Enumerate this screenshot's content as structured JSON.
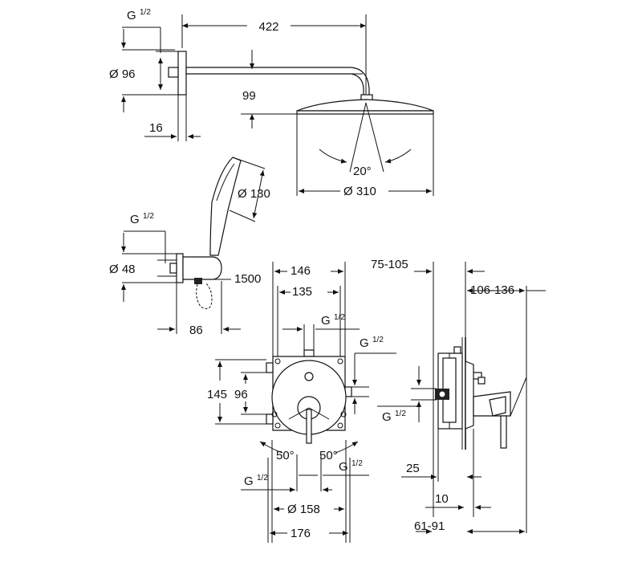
{
  "dimensions": {
    "head_thread": "G",
    "head_thread_frac": "1/2",
    "arm_length": "422",
    "flange_diameter": "Ø 96",
    "arm_drop": "99",
    "flange_depth": "16",
    "spray_angle": "20°",
    "head_diameter": "Ø 310",
    "hand_shower_diameter": "Ø 130",
    "outlet_thread": "G",
    "outlet_thread_frac": "1/2",
    "outlet_diameter": "Ø 48",
    "hose_length": "1500",
    "outlet_projection": "86",
    "box_width": "146",
    "box_inner_width": "135",
    "box_top_thread": "G",
    "box_top_thread_frac": "1/2",
    "box_right_thread": "G",
    "box_right_thread_frac": "1/2",
    "box_height": "145",
    "box_inner_height": "96",
    "left_angle": "50°",
    "right_angle": "50°",
    "bottom_right_thread": "G",
    "bottom_right_thread_frac": "1/2",
    "bottom_left_thread": "G",
    "bottom_left_thread_frac": "1/2",
    "plate_diameter": "Ø 158",
    "plate_width": "176",
    "install_depth": "75-105",
    "lever_projection": "106-136",
    "side_thread": "G",
    "side_thread_frac": "1/2",
    "side_offset": "25",
    "plate_thickness": "10",
    "wall_range": "61-91"
  }
}
